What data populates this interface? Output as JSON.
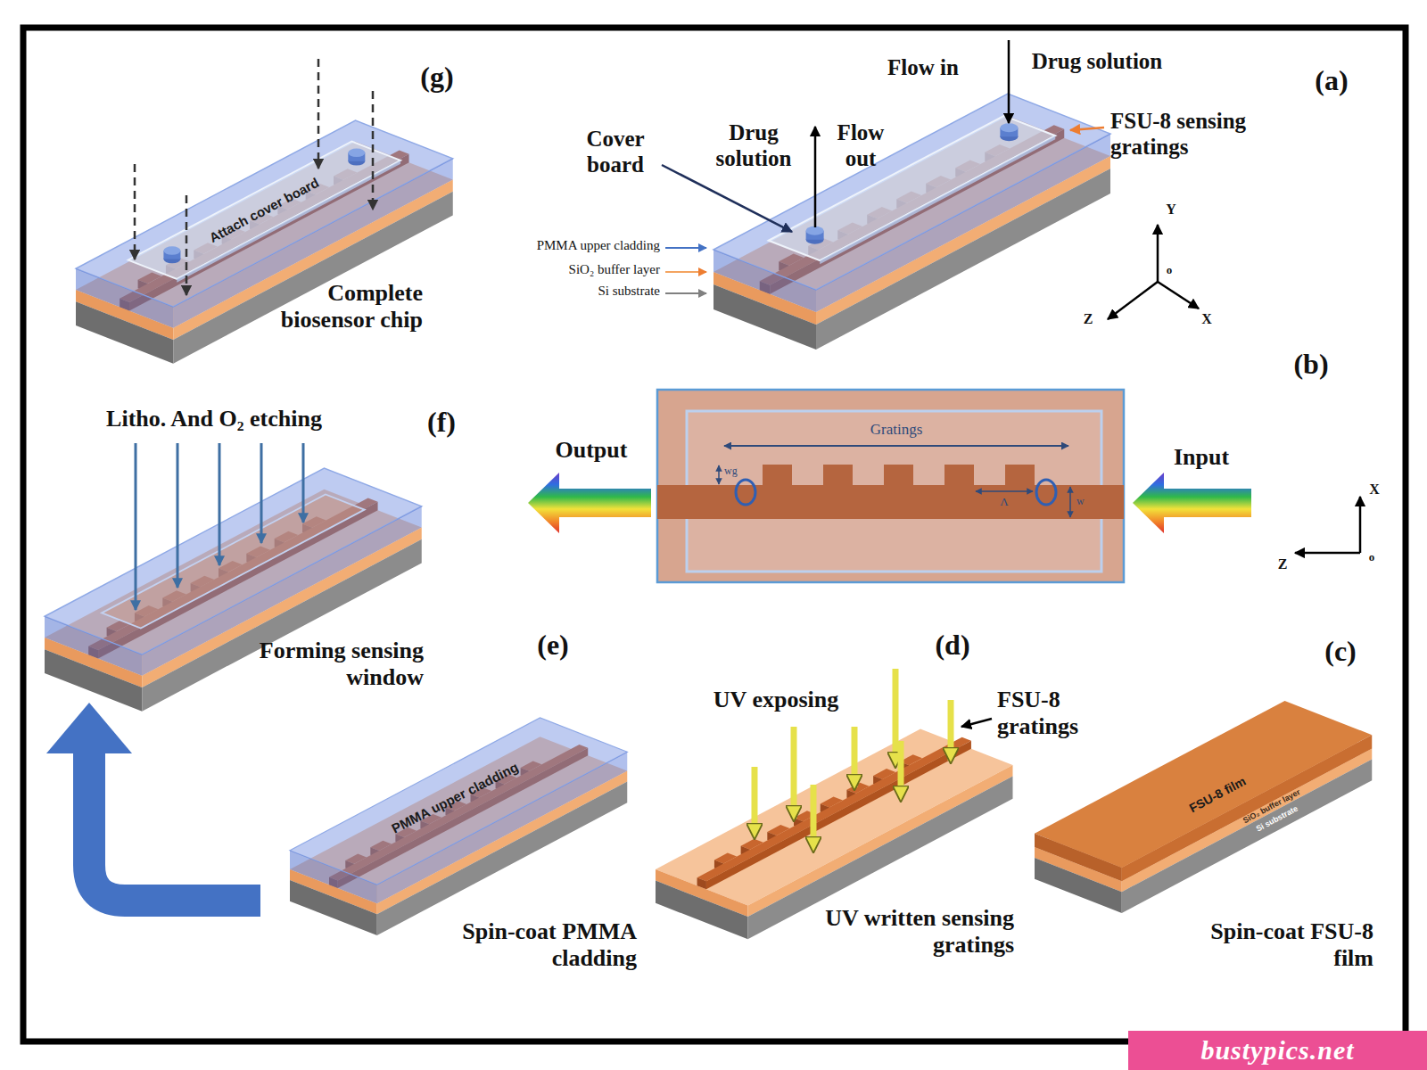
{
  "diagram": {
    "labels": [
      "(g)",
      "(a)",
      "Drug solution",
      "Flow in",
      "FSU-8 sensing gratings",
      "Cover board",
      "Drug solution",
      "Flow out",
      "Attach cover board",
      "Complete biosensor chip",
      "PMMA upper cladding",
      "SiO₂ buffer layer",
      "Si substrate",
      "Y",
      "X",
      "Z",
      "o",
      "(b)",
      "Gratings",
      "Input",
      "Output",
      "wg",
      "w",
      "Λ",
      "X",
      "Z",
      "o",
      "(c)",
      "(d)",
      "(e)",
      "(f)",
      "Litho. And O₂ etching",
      "Forming sensing window",
      "UV exposing",
      "FSU-8 gratings",
      "UV written sensing gratings",
      "PMMA upper cladding",
      "Spin-coat PMMA cladding",
      "FSU-8 film",
      "SiO₂ buffer layer",
      "Si substrate",
      "Spin-coat FSU-8 film",
      "bustypics.net"
    ]
  }
}
